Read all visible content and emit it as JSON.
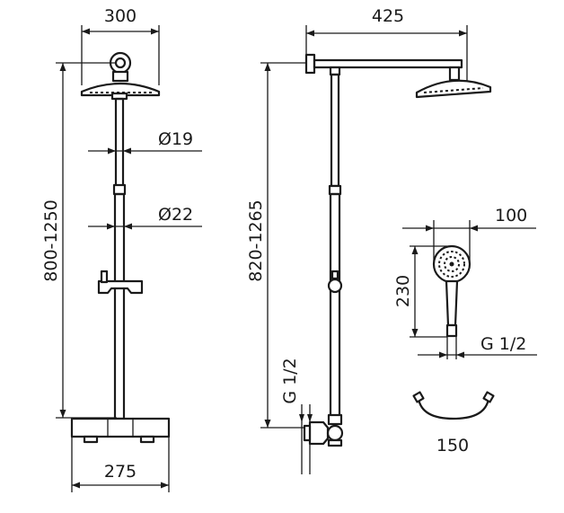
{
  "dimensions": {
    "head_width": "300",
    "arm_length": "425",
    "height_left": "800-1250",
    "height_right": "820-1265",
    "pipe_upper_dia": "Ø19",
    "pipe_lower_dia": "Ø22",
    "mixer_width": "275",
    "inlet_thread": "G 1/2",
    "hand_width": "100",
    "hand_length": "230",
    "hand_thread": "G 1/2",
    "hose_length": "150"
  }
}
